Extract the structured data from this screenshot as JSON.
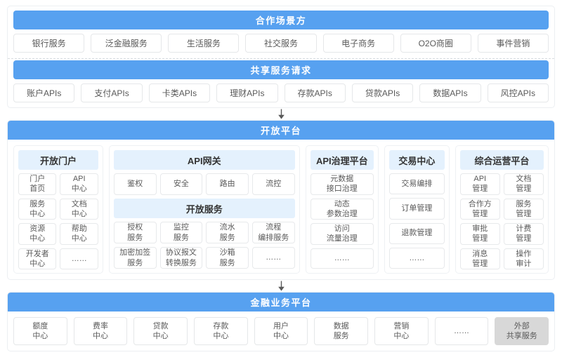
{
  "colors": {
    "banner_blue": "#57a1f0",
    "header_light_blue": "#e4f1fd",
    "gray_cell_bg": "#d8d8d8"
  },
  "scenario": {
    "banner": "合作场景方",
    "items": [
      "银行服务",
      "泛金融服务",
      "生活服务",
      "社交服务",
      "电子商务",
      "O2O商圈",
      "事件营销"
    ]
  },
  "shared_requests": {
    "banner": "共享服务请求",
    "items": [
      "账户APIs",
      "支付APIs",
      "卡类APIs",
      "理财APIs",
      "存款APIs",
      "贷款APIs",
      "数据APIs",
      "风控APIs"
    ]
  },
  "open_platform": {
    "banner": "开放平台",
    "portal": {
      "title": "开放门户",
      "items": [
        "门户\n首页",
        "API\n中心",
        "服务\n中心",
        "文档\n中心",
        "资源\n中心",
        "帮助\n中心",
        "开发者\n中心",
        "……"
      ]
    },
    "gateway": {
      "title": "API网关",
      "items": [
        "鉴权",
        "安全",
        "路由",
        "流控"
      ],
      "open_services": {
        "title": "开放服务",
        "items": [
          "授权\n服务",
          "监控\n服务",
          "流水\n服务",
          "流程\n编排服务",
          "加密加签\n服务",
          "协议报文\n转换服务",
          "沙箱\n服务",
          "……"
        ]
      }
    },
    "governance": {
      "title": "API治理平台",
      "items": [
        "元数据\n接口治理",
        "动态\n参数治理",
        "访问\n流量治理",
        "……"
      ]
    },
    "trade": {
      "title": "交易中心",
      "items": [
        "交易编排",
        "订单管理",
        "退款管理",
        "……"
      ]
    },
    "operations": {
      "title": "综合运营平台",
      "items": [
        "API\n管理",
        "文档\n管理",
        "合作方\n管理",
        "服务\n管理",
        "审批\n管理",
        "计费\n管理",
        "消息\n管理",
        "操作\n审计"
      ]
    }
  },
  "finance_platform": {
    "banner": "金融业务平台",
    "items": [
      "额度\n中心",
      "费率\n中心",
      "贷款\n中心",
      "存款\n中心",
      "用户\n中心",
      "数据\n服务",
      "营销\n中心",
      "……"
    ],
    "external_item": "外部\n共享服务"
  }
}
